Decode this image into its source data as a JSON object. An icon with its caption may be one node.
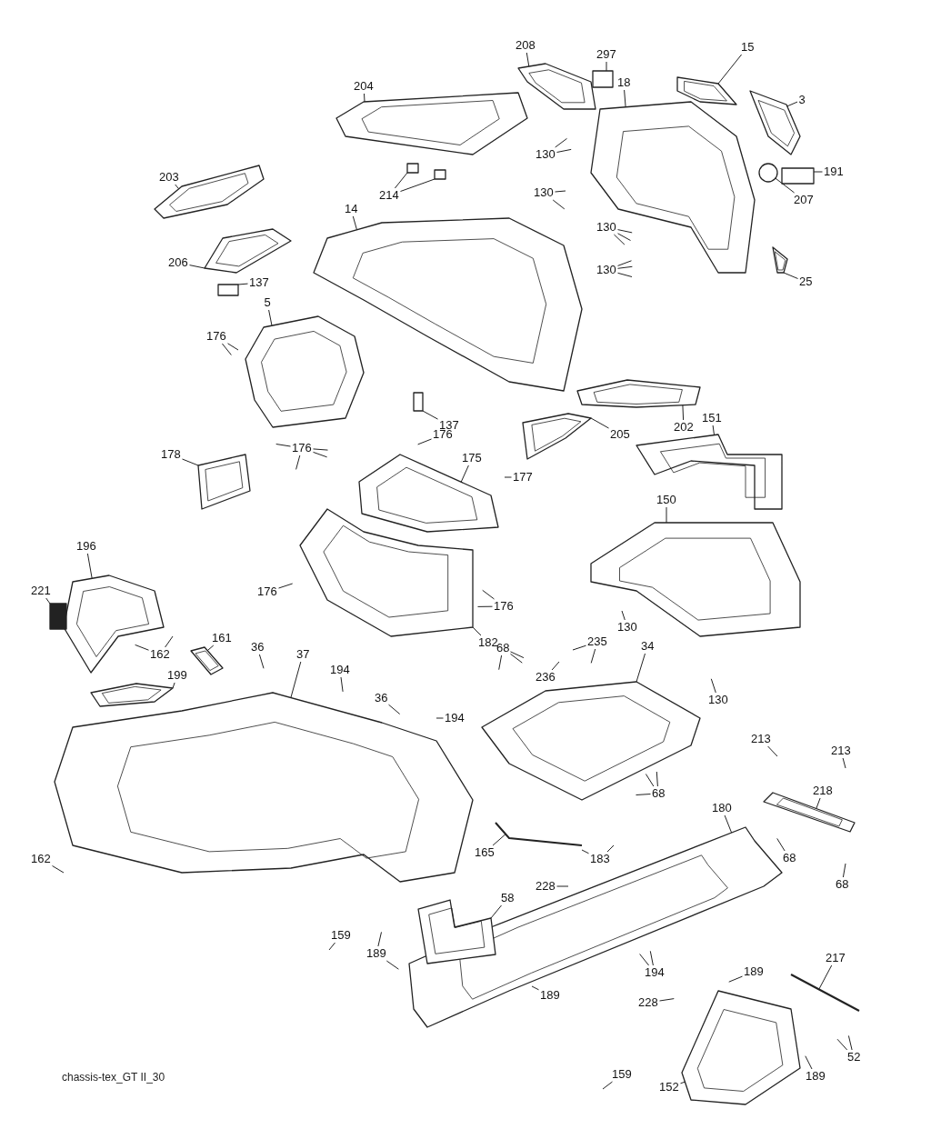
{
  "diagram": {
    "caption": "chassis-tex_GT II_30",
    "nodes": [
      {
        "text": [
          "297"
        ]
      },
      {
        "text": [
          "208"
        ]
      },
      {
        "text": [
          "15"
        ]
      },
      {
        "text": [
          "18"
        ]
      },
      {
        "text": [
          "3"
        ]
      },
      {
        "text": [
          "204"
        ]
      },
      {
        "text": [
          "130"
        ]
      },
      {
        "text": [
          "214"
        ]
      },
      {
        "text": [
          "191"
        ]
      },
      {
        "text": [
          "203"
        ]
      },
      {
        "text": [
          "130"
        ]
      },
      {
        "text": [
          "130"
        ]
      },
      {
        "text": [
          "207"
        ]
      },
      {
        "text": [
          "14"
        ]
      },
      {
        "text": [
          "130"
        ]
      },
      {
        "text": [
          "25"
        ]
      },
      {
        "text": [
          "206"
        ]
      },
      {
        "text": [
          "137"
        ]
      },
      {
        "text": [
          "5"
        ]
      },
      {
        "text": [
          "176"
        ]
      },
      {
        "text": [
          "137"
        ]
      },
      {
        "text": [
          "202"
        ]
      },
      {
        "text": [
          "176"
        ]
      },
      {
        "text": [
          "176"
        ]
      },
      {
        "text": [
          "205"
        ]
      },
      {
        "text": [
          "151"
        ]
      },
      {
        "text": [
          "178"
        ]
      },
      {
        "text": [
          "175"
        ]
      },
      {
        "text": [
          "177"
        ]
      },
      {
        "text": [
          "150"
        ]
      },
      {
        "text": [
          "196"
        ]
      },
      {
        "text": [
          "221"
        ]
      },
      {
        "text": [
          "176"
        ]
      },
      {
        "text": [
          "176"
        ]
      },
      {
        "text": [
          "182"
        ]
      },
      {
        "text": [
          "130"
        ]
      },
      {
        "text": [
          "162"
        ]
      },
      {
        "text": [
          "161"
        ]
      },
      {
        "text": [
          "36"
        ]
      },
      {
        "text": [
          "37"
        ]
      },
      {
        "text": [
          "194"
        ]
      },
      {
        "text": [
          "199"
        ]
      },
      {
        "text": [
          "36"
        ]
      },
      {
        "text": [
          "194"
        ]
      },
      {
        "text": [
          "68"
        ]
      },
      {
        "text": [
          "235"
        ]
      },
      {
        "text": [
          "34"
        ]
      },
      {
        "text": [
          "236"
        ]
      },
      {
        "text": [
          "130"
        ]
      },
      {
        "text": [
          "68"
        ]
      },
      {
        "text": [
          "183"
        ]
      },
      {
        "text": [
          "165"
        ]
      },
      {
        "text": [
          "213"
        ]
      },
      {
        "text": [
          "213"
        ]
      },
      {
        "text": [
          "218"
        ]
      },
      {
        "text": [
          "68"
        ]
      },
      {
        "text": [
          "162"
        ]
      },
      {
        "text": [
          "180"
        ]
      },
      {
        "text": [
          "68"
        ]
      },
      {
        "text": [
          "228"
        ]
      },
      {
        "text": [
          "58"
        ]
      },
      {
        "text": [
          "194"
        ]
      },
      {
        "text": [
          "159"
        ]
      },
      {
        "text": [
          "189"
        ]
      },
      {
        "text": [
          "217"
        ]
      },
      {
        "text": [
          "189"
        ]
      },
      {
        "text": [
          "189"
        ]
      },
      {
        "text": [
          "228"
        ]
      },
      {
        "text": [
          "52"
        ]
      },
      {
        "text": [
          "189"
        ]
      },
      {
        "text": [
          "159"
        ]
      },
      {
        "text": [
          "152"
        ]
      },
      {
        "text": [],
        "shape": "picture"
      },
      {
        "text": [],
        "shape": "picture"
      },
      {
        "text": [],
        "shape": "picture"
      },
      {
        "text": [],
        "shape": "box"
      },
      {
        "text": [],
        "shape": "picture"
      },
      {
        "text": [],
        "shape": "picture"
      },
      {
        "text": [],
        "shape": "box"
      },
      {
        "text": [],
        "shape": "picture"
      },
      {
        "text": [],
        "shape": "picture"
      },
      {
        "text": [],
        "shape": "box"
      },
      {
        "text": [],
        "shape": "box"
      },
      {
        "text": [],
        "shape": "picture"
      },
      {
        "text": [],
        "shape": "picture"
      },
      {
        "text": [],
        "shape": "box"
      },
      {
        "text": [],
        "shape": "picture"
      },
      {
        "text": [],
        "shape": "box"
      },
      {
        "text": [],
        "shape": "picture"
      },
      {
        "text": [],
        "shape": "picture"
      },
      {
        "text": [],
        "shape": "picture"
      },
      {
        "text": [],
        "shape": "picture"
      },
      {
        "text": [],
        "shape": "picture"
      },
      {
        "text": [],
        "shape": "picture"
      },
      {
        "text": [],
        "shape": "picture"
      },
      {
        "text": [],
        "shape": "picture"
      },
      {
        "text": [],
        "shape": "picture"
      },
      {
        "text": [],
        "shape": "picture"
      },
      {
        "text": [],
        "shape": "picture"
      },
      {
        "text": [],
        "shape": "picture"
      },
      {
        "text": [],
        "shape": "picture"
      },
      {
        "text": [],
        "shape": "picture"
      },
      {
        "text": [],
        "shape": "picture"
      },
      {
        "text": [],
        "shape": "picture"
      },
      {
        "text": [],
        "shape": "box"
      },
      {
        "text": [],
        "shape": "picture"
      },
      {
        "text": [],
        "shape": "picture"
      },
      {
        "text": [],
        "shape": "circle"
      }
    ],
    "edges": [
      {
        "from": 0,
        "to": 75,
        "arrow": "none"
      },
      {
        "from": 1,
        "to": 74,
        "arrow": "none"
      },
      {
        "from": 2,
        "to": 76,
        "arrow": "none"
      },
      {
        "from": 3,
        "to": 73,
        "arrow": "none"
      },
      {
        "from": 4,
        "to": 77,
        "arrow": "none"
      },
      {
        "from": 5,
        "to": 80,
        "arrow": "none"
      },
      {
        "from": 6,
        "to": null,
        "arrow": "none"
      },
      {
        "from": 6,
        "to": null,
        "arrow": "none"
      },
      {
        "from": 7,
        "to": 81,
        "arrow": "none"
      },
      {
        "from": 7,
        "to": 82,
        "arrow": "none"
      },
      {
        "from": 8,
        "to": 78,
        "arrow": "none"
      },
      {
        "from": 9,
        "to": 83,
        "arrow": "none"
      },
      {
        "from": 10,
        "to": null,
        "arrow": "none"
      },
      {
        "from": 10,
        "to": null,
        "arrow": "none"
      },
      {
        "from": 11,
        "to": null,
        "arrow": "none"
      },
      {
        "from": 11,
        "to": null,
        "arrow": "none"
      },
      {
        "from": 11,
        "to": null,
        "arrow": "none"
      },
      {
        "from": 12,
        "to": 107,
        "arrow": "none"
      },
      {
        "from": 13,
        "to": 72,
        "arrow": "none"
      },
      {
        "from": 14,
        "to": null,
        "arrow": "none"
      },
      {
        "from": 14,
        "to": null,
        "arrow": "none"
      },
      {
        "from": 14,
        "to": null,
        "arrow": "none"
      },
      {
        "from": 15,
        "to": 79,
        "arrow": "none"
      },
      {
        "from": 16,
        "to": 84,
        "arrow": "none"
      },
      {
        "from": 17,
        "to": 85,
        "arrow": "none"
      },
      {
        "from": 18,
        "to": 86,
        "arrow": "none"
      },
      {
        "from": 19,
        "to": null,
        "arrow": "none"
      },
      {
        "from": 19,
        "to": null,
        "arrow": "none"
      },
      {
        "from": 20,
        "to": 87,
        "arrow": "none"
      },
      {
        "from": 21,
        "to": 88,
        "arrow": "none"
      },
      {
        "from": 22,
        "to": null,
        "arrow": "none"
      },
      {
        "from": 23,
        "to": null,
        "arrow": "none"
      },
      {
        "from": 23,
        "to": null,
        "arrow": "none"
      },
      {
        "from": 23,
        "to": null,
        "arrow": "none"
      },
      {
        "from": 23,
        "to": null,
        "arrow": "none"
      },
      {
        "from": 24,
        "to": 89,
        "arrow": "none"
      },
      {
        "from": 25,
        "to": 93,
        "arrow": "none"
      },
      {
        "from": 26,
        "to": 90,
        "arrow": "none"
      },
      {
        "from": 27,
        "to": 91,
        "arrow": "none"
      },
      {
        "from": 28,
        "to": null,
        "arrow": "none"
      },
      {
        "from": 29,
        "to": 94,
        "arrow": "none"
      },
      {
        "from": 30,
        "to": 95,
        "arrow": "none"
      },
      {
        "from": 31,
        "to": 104,
        "arrow": "none"
      },
      {
        "from": 32,
        "to": null,
        "arrow": "none"
      },
      {
        "from": 33,
        "to": null,
        "arrow": "none"
      },
      {
        "from": 33,
        "to": null,
        "arrow": "none"
      },
      {
        "from": 34,
        "to": 92,
        "arrow": "none"
      },
      {
        "from": 35,
        "to": null,
        "arrow": "none"
      },
      {
        "from": 36,
        "to": null,
        "arrow": "none"
      },
      {
        "from": 36,
        "to": null,
        "arrow": "none"
      },
      {
        "from": 37,
        "to": 96,
        "arrow": "none"
      },
      {
        "from": 38,
        "to": null,
        "arrow": "none"
      },
      {
        "from": 39,
        "to": 98,
        "arrow": "none"
      },
      {
        "from": 40,
        "to": null,
        "arrow": "none"
      },
      {
        "from": 41,
        "to": 97,
        "arrow": "none"
      },
      {
        "from": 42,
        "to": null,
        "arrow": "none"
      },
      {
        "from": 43,
        "to": null,
        "arrow": "none"
      },
      {
        "from": 44,
        "to": null,
        "arrow": "none"
      },
      {
        "from": 44,
        "to": null,
        "arrow": "none"
      },
      {
        "from": 44,
        "to": null,
        "arrow": "none"
      },
      {
        "from": 45,
        "to": null,
        "arrow": "none"
      },
      {
        "from": 45,
        "to": null,
        "arrow": "none"
      },
      {
        "from": 46,
        "to": 99,
        "arrow": "none"
      },
      {
        "from": 47,
        "to": null,
        "arrow": "none"
      },
      {
        "from": 48,
        "to": null,
        "arrow": "none"
      },
      {
        "from": 49,
        "to": null,
        "arrow": "none"
      },
      {
        "from": 49,
        "to": null,
        "arrow": "none"
      },
      {
        "from": 49,
        "to": null,
        "arrow": "none"
      },
      {
        "from": 50,
        "to": null,
        "arrow": "none"
      },
      {
        "from": 50,
        "to": null,
        "arrow": "none"
      },
      {
        "from": 51,
        "to": 105,
        "arrow": "none"
      },
      {
        "from": 52,
        "to": null,
        "arrow": "none"
      },
      {
        "from": 53,
        "to": null,
        "arrow": "none"
      },
      {
        "from": 54,
        "to": 100,
        "arrow": "none"
      },
      {
        "from": 55,
        "to": null,
        "arrow": "none"
      },
      {
        "from": 56,
        "to": null,
        "arrow": "none"
      },
      {
        "from": 57,
        "to": 101,
        "arrow": "none"
      },
      {
        "from": 58,
        "to": null,
        "arrow": "none"
      },
      {
        "from": 59,
        "to": null,
        "arrow": "none"
      },
      {
        "from": 60,
        "to": 102,
        "arrow": "none"
      },
      {
        "from": 61,
        "to": null,
        "arrow": "none"
      },
      {
        "from": 61,
        "to": null,
        "arrow": "none"
      },
      {
        "from": 62,
        "to": null,
        "arrow": "none"
      },
      {
        "from": 63,
        "to": null,
        "arrow": "none"
      },
      {
        "from": 63,
        "to": null,
        "arrow": "none"
      },
      {
        "from": 64,
        "to": 106,
        "arrow": "none"
      },
      {
        "from": 65,
        "to": null,
        "arrow": "none"
      },
      {
        "from": 66,
        "to": null,
        "arrow": "none"
      },
      {
        "from": 67,
        "to": null,
        "arrow": "none"
      },
      {
        "from": 68,
        "to": null,
        "arrow": "none"
      },
      {
        "from": 68,
        "to": null,
        "arrow": "none"
      },
      {
        "from": 69,
        "to": null,
        "arrow": "none"
      },
      {
        "from": 70,
        "to": null,
        "arrow": "none"
      },
      {
        "from": 71,
        "to": 103,
        "arrow": "none"
      }
    ]
  }
}
